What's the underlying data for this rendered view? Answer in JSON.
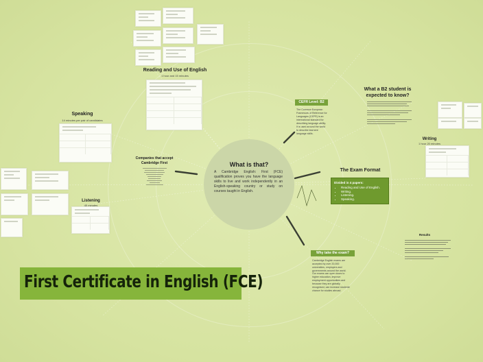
{
  "center": {
    "title": "What is that?",
    "text": "A Cambridge English: First (FCE) qualification proves you have the language skills to live and work independently in an English-speaking country or study on courses taught in English."
  },
  "reading": {
    "title": "Reading and Use of English",
    "subtitle": "1 hour and 15 minutes"
  },
  "speaking": {
    "title": "Speaking",
    "subtitle": "14 minutes per pair of candidates"
  },
  "companies": {
    "title_line1": "Companies that accept",
    "title_line2": "Cambridge First"
  },
  "listening": {
    "title": "Listening",
    "subtitle": "40 minutes"
  },
  "writing": {
    "title": "Writing",
    "subtitle": "1 hour 20 minutes"
  },
  "b2": {
    "title_line1": "What a B2 student is",
    "title_line2": "expected to know?"
  },
  "cefr": {
    "heading": "CEFR Level: B2",
    "text1": "The Common European Framework of Reference for Languages (CEFR) is an international standard for describing language ability.",
    "text2": "It is used around the world to describe learners' language skills."
  },
  "exam_format": {
    "title": "The Exam Format",
    "divided": "Divided in 4 papers:",
    "items": [
      "Reading and Use of English.",
      "Writing.",
      "Listening.",
      "Speaking."
    ]
  },
  "why": {
    "heading": "Why take the exam?",
    "text1": "Cambridge English exams are accepted by over 20,000 universities, employers and governments around the world.",
    "text2": "Our exams can open doors to higher education, improve employment opportunities and because they are globally recognised, can increase students' chance for studies abroad."
  },
  "results": {
    "title": "Results"
  },
  "banner": {
    "title": "First Certificate in English (FCE)"
  },
  "colors": {
    "background": "#d9e6a6",
    "accent": "#78a23a",
    "banner": "#86b53b"
  }
}
